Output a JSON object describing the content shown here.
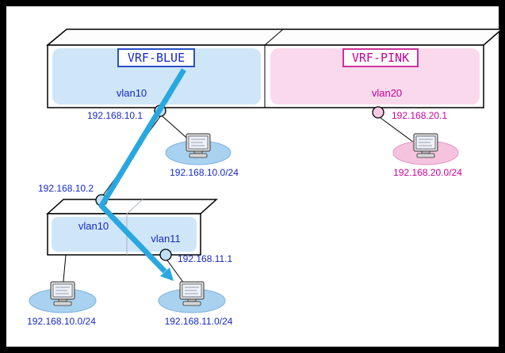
{
  "vrf_blue": {
    "title": "VRF-BLUE",
    "vlan": "vlan10",
    "ip": "192.168.10.1",
    "network": "192.168.10.0/24"
  },
  "vrf_pink": {
    "title": "VRF-PINK",
    "vlan": "vlan20",
    "ip": "192.168.20.1",
    "network": "192.168.20.0/24"
  },
  "access_switch": {
    "uplink_ip": "192.168.10.2",
    "vlan10": "vlan10",
    "vlan11": "vlan11",
    "vlan11_ip": "192.168.11.1",
    "vlan10_network": "192.168.10.0/24",
    "vlan11_network": "192.168.11.0/24"
  },
  "icons": {
    "computer": "computer-icon",
    "port": "port-circle",
    "arrow": "traffic-path-arrow"
  },
  "colors": {
    "blue_text": "#1629c8",
    "pink_text": "#cc0099",
    "vrf_blue_fill": "#cfe6f8",
    "vrf_pink_fill": "#fbd9ec",
    "network_blue_fill": "#a9d2f0",
    "network_pink_fill": "#f6c3de",
    "port_blue_fill": "#bfe0f6",
    "port_pink_fill": "#f8c9e2",
    "arrow": "#29a8df"
  }
}
